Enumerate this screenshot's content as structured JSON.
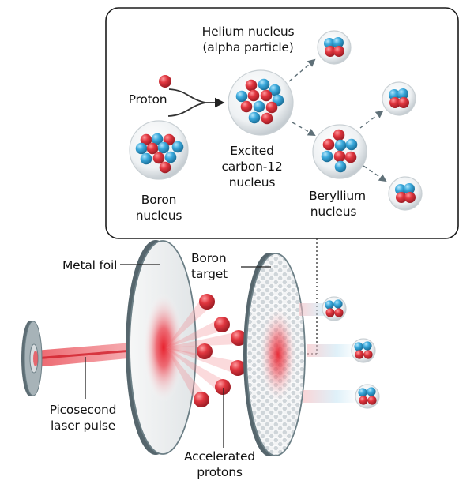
{
  "labels": {
    "helium_line1": "Helium nucleus",
    "helium_line2": "(alpha particle)",
    "proton": "Proton",
    "boron_nucleus_line1": "Boron",
    "boron_nucleus_line2": "nucleus",
    "excited_line1": "Excited",
    "excited_line2": "carbon-12",
    "excited_line3": "nucleus",
    "beryllium_line1": "Beryllium",
    "beryllium_line2": "nucleus",
    "metal_foil": "Metal foil",
    "boron_target_line1": "Boron",
    "boron_target_line2": "target",
    "laser_line1": "Picosecond",
    "laser_line2": "laser pulse",
    "accelerated_line1": "Accelerated",
    "accelerated_line2": "protons"
  },
  "colors": {
    "proton_red": "#e0363f",
    "neutron_blue": "#3ba9dc",
    "laser_red": "#e8404a",
    "foil_grey": "#6c7f86",
    "inset_border": "#1c1c1c"
  }
}
